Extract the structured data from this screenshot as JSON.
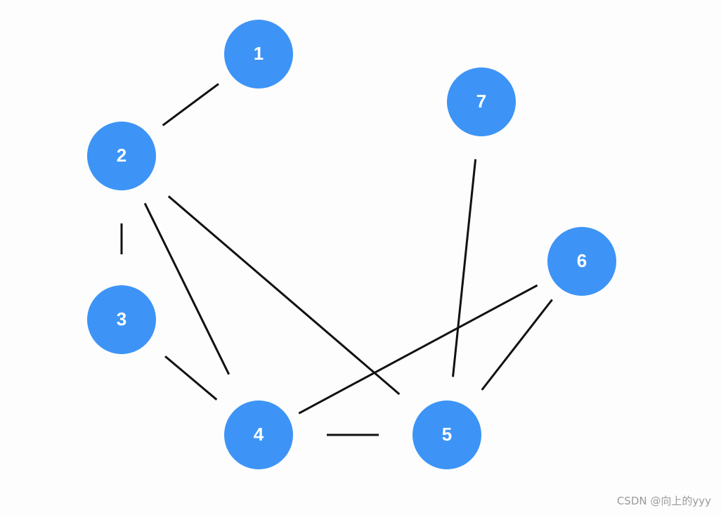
{
  "diagram": {
    "type": "undirected-graph",
    "node_color": "#3d94f6",
    "label_color": "#ffffff",
    "edge_color": "#111111",
    "nodes": [
      {
        "id": "1",
        "label": "1"
      },
      {
        "id": "2",
        "label": "2"
      },
      {
        "id": "3",
        "label": "3"
      },
      {
        "id": "4",
        "label": "4"
      },
      {
        "id": "5",
        "label": "5"
      },
      {
        "id": "6",
        "label": "6"
      },
      {
        "id": "7",
        "label": "7"
      }
    ],
    "edges": [
      {
        "from": "1",
        "to": "2"
      },
      {
        "from": "2",
        "to": "3"
      },
      {
        "from": "2",
        "to": "4"
      },
      {
        "from": "2",
        "to": "5"
      },
      {
        "from": "3",
        "to": "4"
      },
      {
        "from": "4",
        "to": "5"
      },
      {
        "from": "4",
        "to": "6"
      },
      {
        "from": "5",
        "to": "6"
      },
      {
        "from": "5",
        "to": "7"
      }
    ]
  },
  "watermark": {
    "text": "CSDN @向上的yyy"
  }
}
